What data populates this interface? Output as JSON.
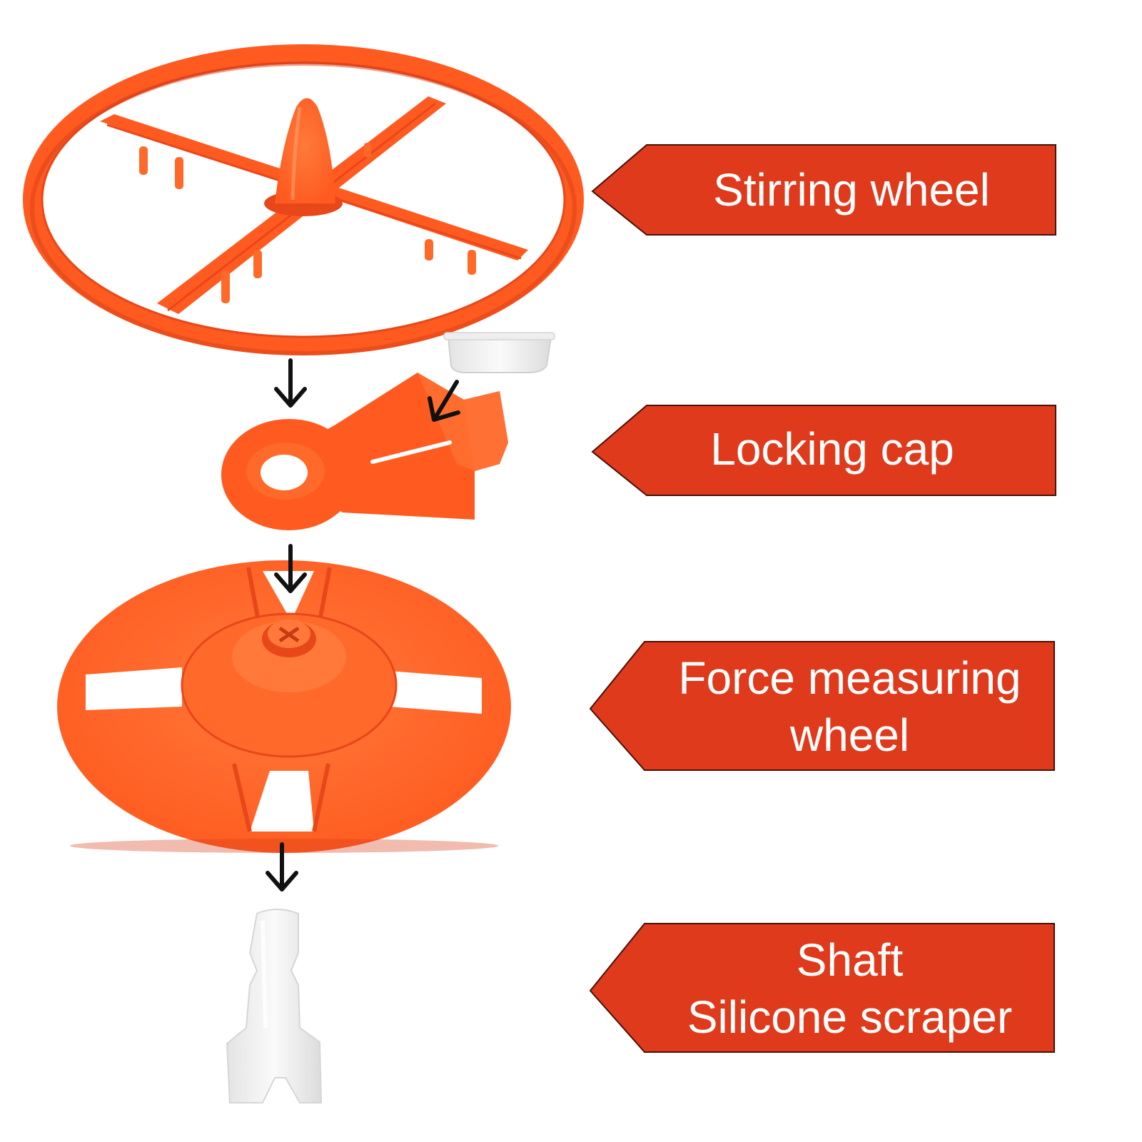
{
  "labels": {
    "stirring_wheel": {
      "line1": "Stirring wheel"
    },
    "locking_cap": {
      "line1": "Locking cap"
    },
    "force_measuring_wheel": {
      "line1": "Force measuring",
      "line2": "wheel"
    },
    "shaft_scraper": {
      "line1": "Shaft",
      "line2": "Silicone scraper"
    }
  },
  "colors": {
    "label_fill": "#e03a1c",
    "label_stroke": "#4a1008",
    "part_orange": "#ff5a1f",
    "part_orange_dark": "#e8471a",
    "part_white": "#f2f2f2",
    "arrow": "#111111"
  },
  "icons": [
    "down-arrow-icon",
    "diagonal-arrow-icon"
  ]
}
